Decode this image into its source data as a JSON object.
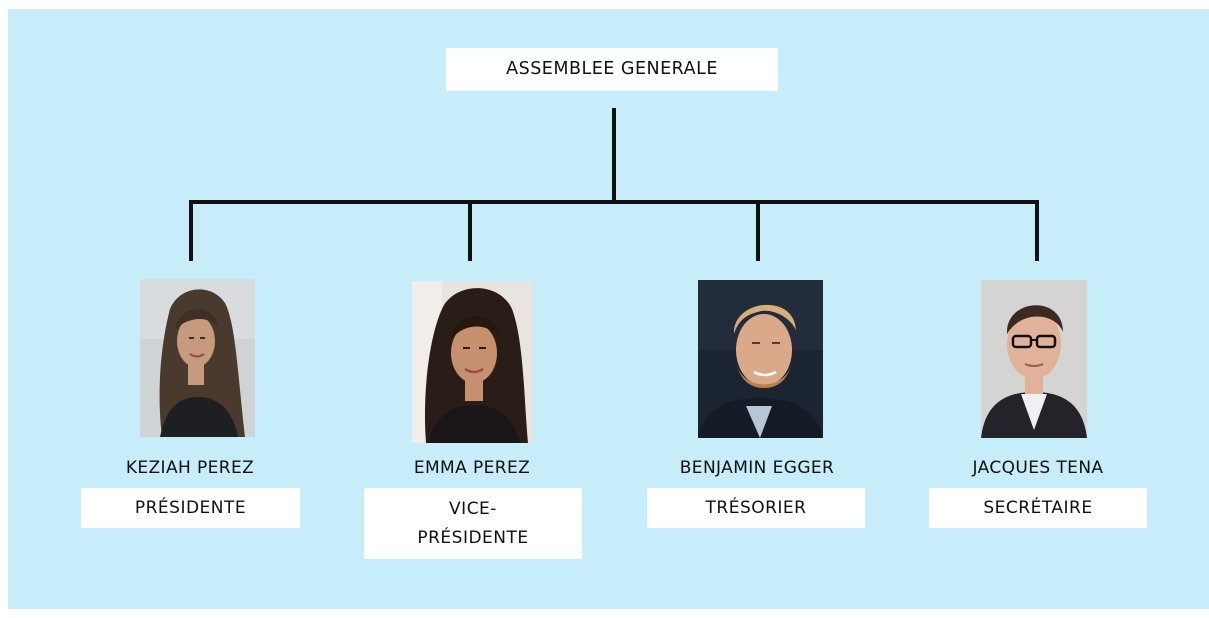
{
  "root": {
    "label": "ASSEMBLEE GENERALE"
  },
  "members": [
    {
      "name": "KEZIAH PEREZ",
      "role": "PRÉSIDENTE"
    },
    {
      "name": "EMMA PEREZ",
      "role": "VICE-PRÉSIDENTE",
      "role_lines": [
        "VICE-",
        "PRÉSIDENTE"
      ]
    },
    {
      "name": "BENJAMIN EGGER",
      "role": "TRÉSORIER"
    },
    {
      "name": "JACQUES TENA",
      "role": "SECRÉTAIRE"
    }
  ],
  "colors": {
    "background": "#c7ecfa",
    "box": "#ffffff",
    "lines": "#111111"
  }
}
